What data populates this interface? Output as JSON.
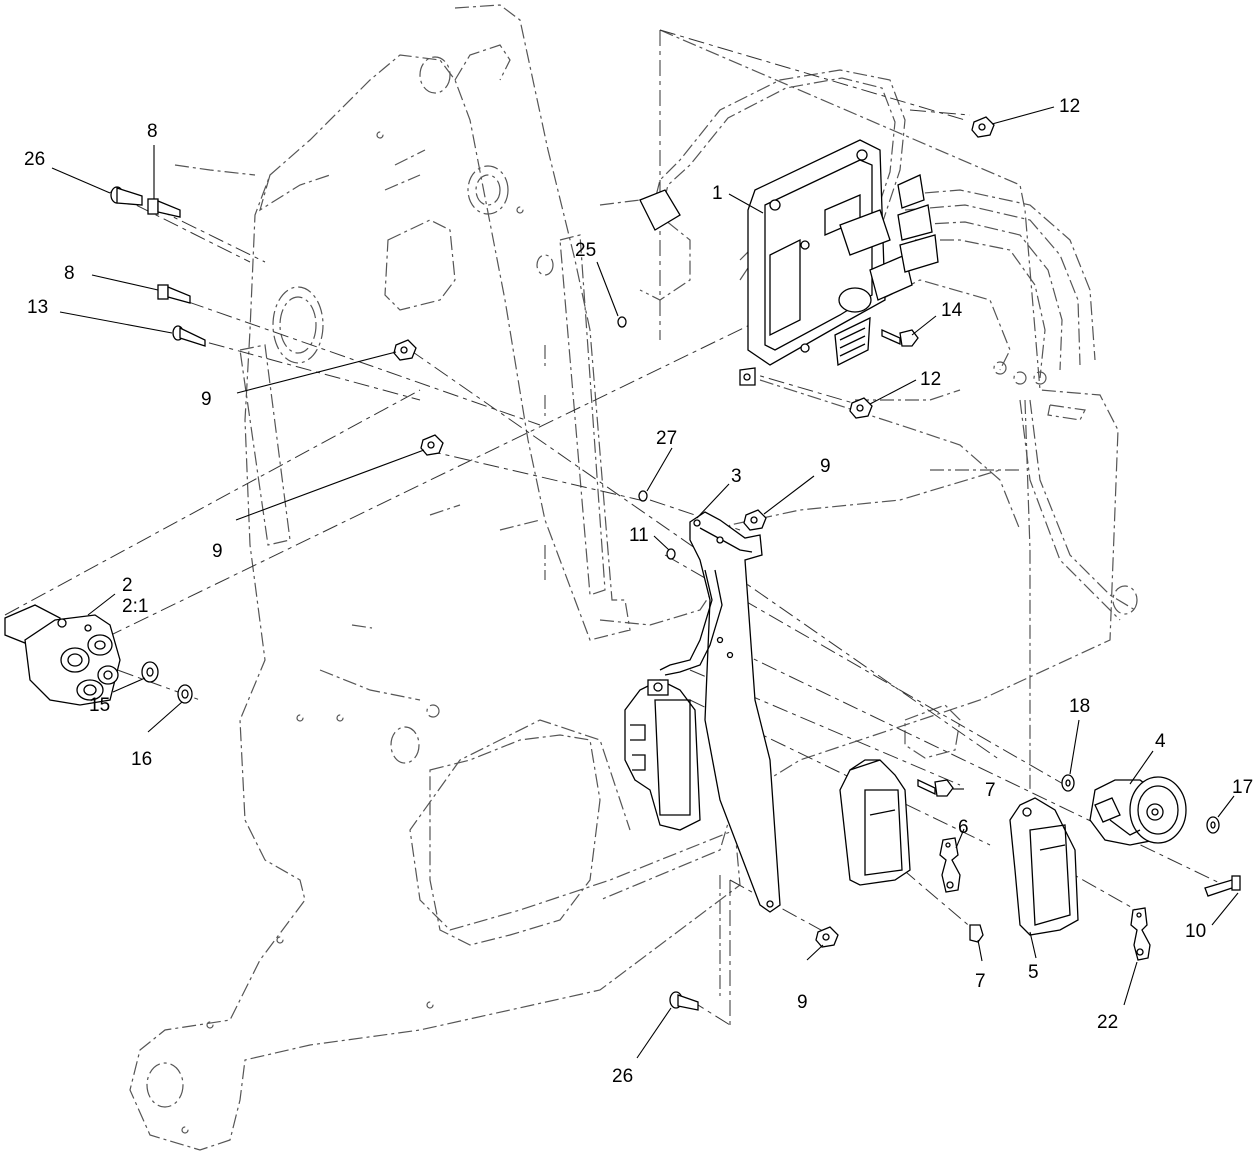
{
  "callouts": [
    {
      "id": "c1",
      "text": "1"
    },
    {
      "id": "c2",
      "text": "2"
    },
    {
      "id": "c2r",
      "text": "2:1"
    },
    {
      "id": "c3",
      "text": "3"
    },
    {
      "id": "c4",
      "text": "4"
    },
    {
      "id": "c5",
      "text": "5"
    },
    {
      "id": "c6",
      "text": "6"
    },
    {
      "id": "c7a",
      "text": "7"
    },
    {
      "id": "c7b",
      "text": "7"
    },
    {
      "id": "c8a",
      "text": "8"
    },
    {
      "id": "c8b",
      "text": "8"
    },
    {
      "id": "c9a",
      "text": "9"
    },
    {
      "id": "c9b",
      "text": "9"
    },
    {
      "id": "c9c",
      "text": "9"
    },
    {
      "id": "c9d",
      "text": "9"
    },
    {
      "id": "c10",
      "text": "10"
    },
    {
      "id": "c11",
      "text": "11"
    },
    {
      "id": "c12a",
      "text": "12"
    },
    {
      "id": "c12b",
      "text": "12"
    },
    {
      "id": "c13",
      "text": "13"
    },
    {
      "id": "c14",
      "text": "14"
    },
    {
      "id": "c15",
      "text": "15"
    },
    {
      "id": "c16",
      "text": "16"
    },
    {
      "id": "c17",
      "text": "17"
    },
    {
      "id": "c18",
      "text": "18"
    },
    {
      "id": "c22",
      "text": "22"
    },
    {
      "id": "c25",
      "text": "25"
    },
    {
      "id": "c26a",
      "text": "26"
    },
    {
      "id": "c26b",
      "text": "26"
    },
    {
      "id": "c27",
      "text": "27"
    }
  ]
}
